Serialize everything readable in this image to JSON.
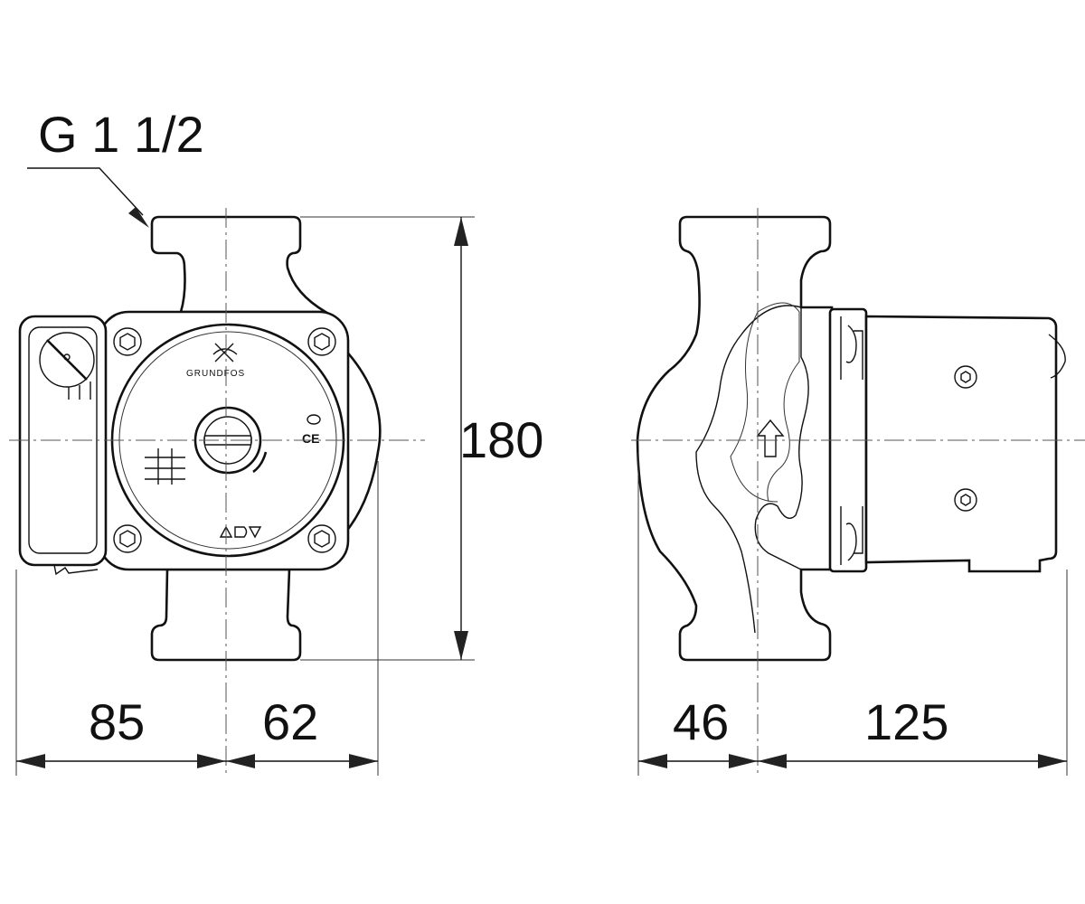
{
  "thread_label": "G 1 1/2",
  "dimensions": {
    "height": "180",
    "front_left_width": "85",
    "front_right_width": "62",
    "side_left_width": "46",
    "side_right_width": "125"
  },
  "markings": {
    "brand": "GRUNDFOS",
    "ce_mark": "CE"
  }
}
